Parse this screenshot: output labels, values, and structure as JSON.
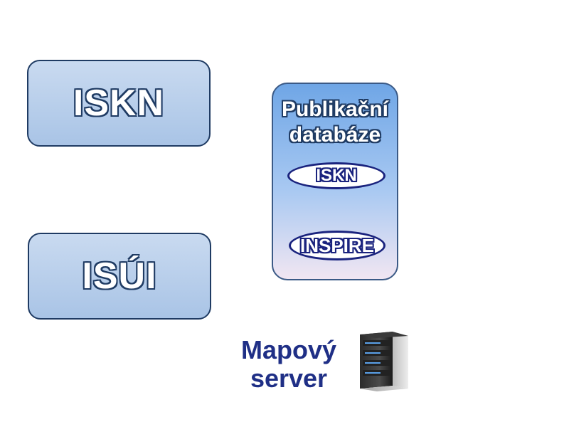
{
  "boxes": {
    "iskn": "ISKN",
    "isui": "ISÚI"
  },
  "publication_db": {
    "title_line1": "Publikační",
    "title_line2": "databáze",
    "items": [
      "ISKN",
      "INSPIRE"
    ]
  },
  "map_server": {
    "label_line1": "Mapový",
    "label_line2": "server",
    "icon": "server-icon"
  },
  "colors": {
    "box_fill": "#a9c4e6",
    "box_border": "#1f3b63",
    "ellipse_border": "#1a237e",
    "map_server_text": "#1f2f86"
  }
}
